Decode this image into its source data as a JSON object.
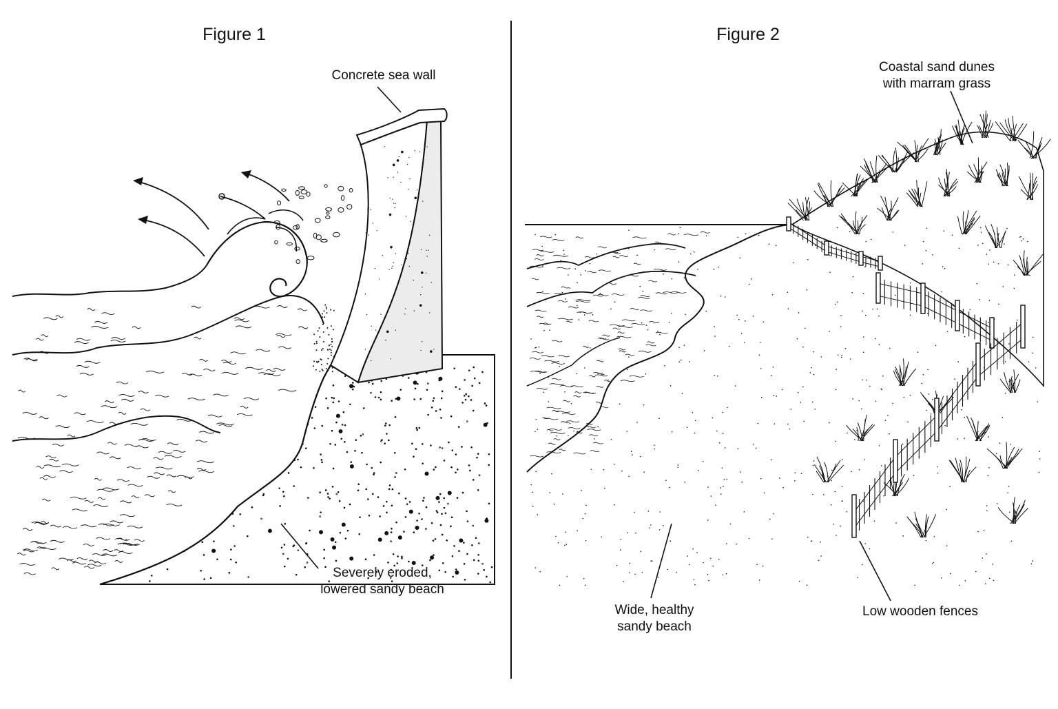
{
  "figure1": {
    "title": "Figure 1",
    "labels": {
      "sea_wall": "Concrete sea wall",
      "beach": [
        "Severely eroded,",
        "lowered sandy beach"
      ]
    }
  },
  "figure2": {
    "title": "Figure 2",
    "labels": {
      "dunes": [
        "Coastal sand dunes",
        "with marram grass"
      ],
      "beach": [
        "Wide, healthy",
        "sandy beach"
      ],
      "fences": "Low wooden fences"
    }
  },
  "colors": {
    "ink": "#111111",
    "paper": "#ffffff",
    "wall_shade": "#ececec"
  }
}
